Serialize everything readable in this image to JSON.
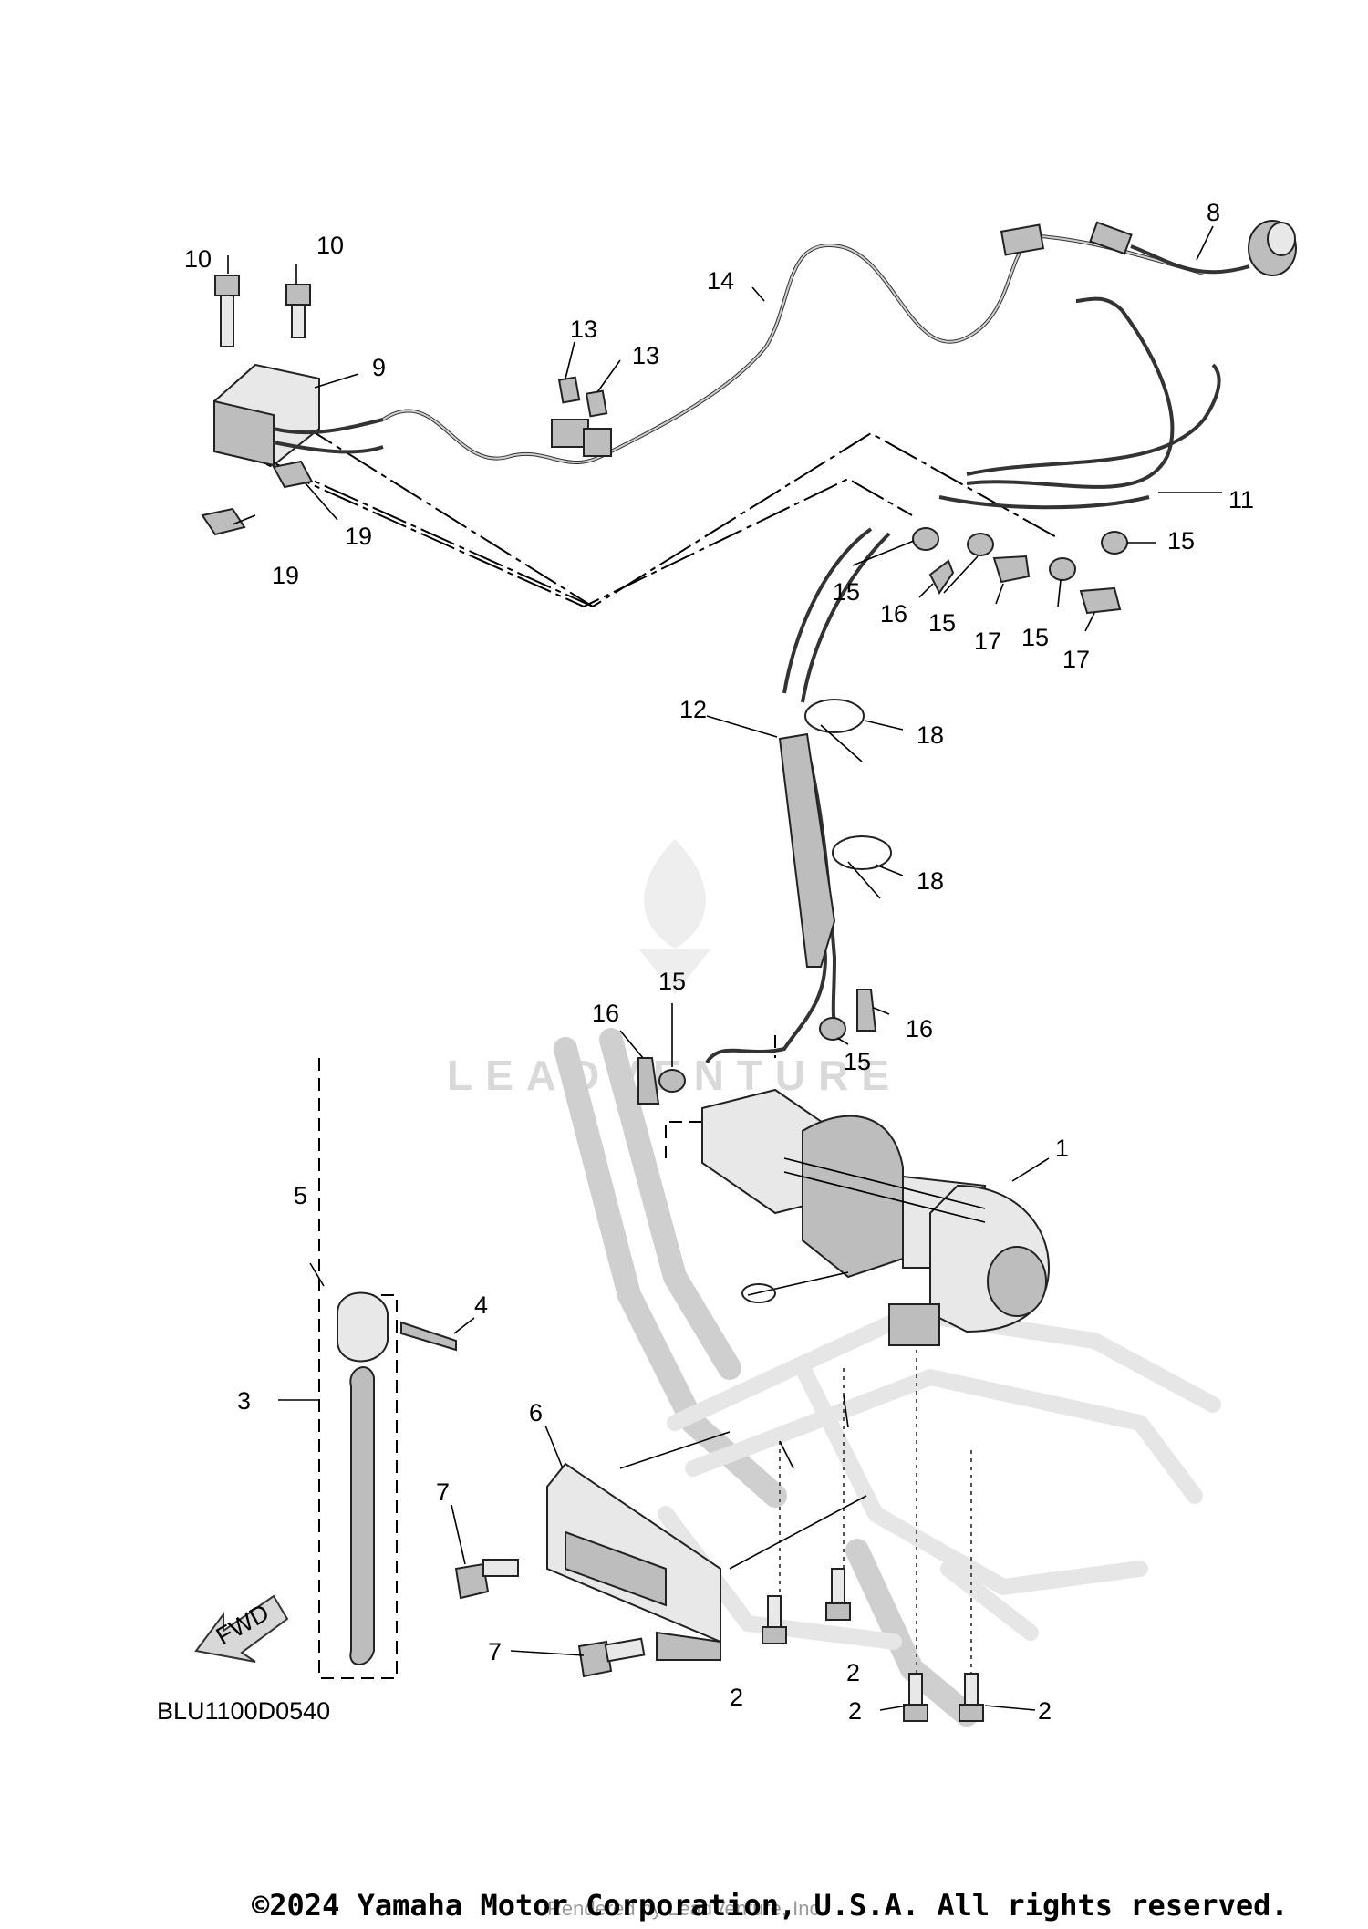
{
  "diagram": {
    "code": "BLU1100D0540",
    "direction_label": "FWD",
    "watermark": "LEADVENTURE",
    "rendered_by": "Rendered by LeadVenture, Inc.",
    "copyright": "©2024 Yamaha Motor Corporation, U.S.A. All rights reserved."
  },
  "callouts": [
    {
      "id": "c1",
      "text": "1"
    },
    {
      "id": "c2a",
      "text": "2"
    },
    {
      "id": "c2b",
      "text": "2"
    },
    {
      "id": "c2c",
      "text": "2"
    },
    {
      "id": "c2d",
      "text": "2"
    },
    {
      "id": "c3",
      "text": "3"
    },
    {
      "id": "c4",
      "text": "4"
    },
    {
      "id": "c5",
      "text": "5"
    },
    {
      "id": "c6",
      "text": "6"
    },
    {
      "id": "c7a",
      "text": "7"
    },
    {
      "id": "c7b",
      "text": "7"
    },
    {
      "id": "c8",
      "text": "8"
    },
    {
      "id": "c9",
      "text": "9"
    },
    {
      "id": "c10a",
      "text": "10"
    },
    {
      "id": "c10b",
      "text": "10"
    },
    {
      "id": "c11",
      "text": "11"
    },
    {
      "id": "c12",
      "text": "12"
    },
    {
      "id": "c13a",
      "text": "13"
    },
    {
      "id": "c13b",
      "text": "13"
    },
    {
      "id": "c14",
      "text": "14"
    },
    {
      "id": "c15a",
      "text": "15"
    },
    {
      "id": "c15b",
      "text": "15"
    },
    {
      "id": "c15c",
      "text": "15"
    },
    {
      "id": "c15d",
      "text": "15"
    },
    {
      "id": "c15e",
      "text": "15"
    },
    {
      "id": "c15f",
      "text": "15"
    },
    {
      "id": "c16a",
      "text": "16"
    },
    {
      "id": "c16b",
      "text": "16"
    },
    {
      "id": "c16c",
      "text": "16"
    },
    {
      "id": "c17a",
      "text": "17"
    },
    {
      "id": "c17b",
      "text": "17"
    },
    {
      "id": "c18a",
      "text": "18"
    },
    {
      "id": "c18b",
      "text": "18"
    },
    {
      "id": "c19a",
      "text": "19"
    },
    {
      "id": "c19b",
      "text": "19"
    }
  ]
}
